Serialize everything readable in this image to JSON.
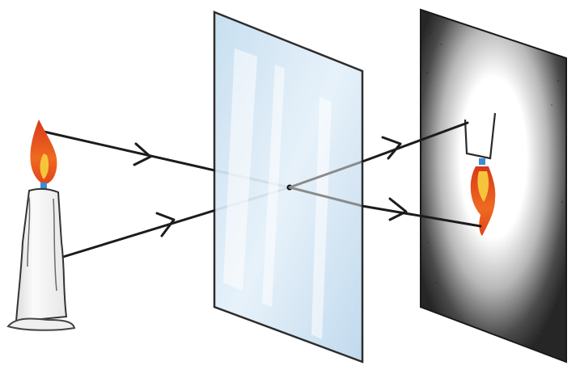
{
  "diagram": {
    "subject": "pinhole-camera",
    "objects": [
      {
        "role": "object",
        "name": "candle"
      },
      {
        "role": "aperture",
        "name": "card-with-pinhole"
      },
      {
        "role": "screen",
        "name": "dark-screen"
      },
      {
        "role": "image",
        "name": "inverted-candle-image"
      }
    ],
    "rays": [
      {
        "from": "flame-tip",
        "to": "image-flame",
        "through": "pinhole"
      },
      {
        "from": "candle-base",
        "to": "image-base",
        "through": "pinhole"
      }
    ],
    "colors": {
      "ray": "#1c1c1c",
      "card": "#cfe4f3",
      "card_highlight": "#eef6fc",
      "card_edge": "#1e1e1e",
      "screen_dark": "#2a2a2a",
      "screen_glow": "#ffffff",
      "flame_outer": "#e2431a",
      "flame_inner": "#f6c43a",
      "wick_blue": "#3c8bd4",
      "candle_wax": "#f7f7f7"
    }
  }
}
